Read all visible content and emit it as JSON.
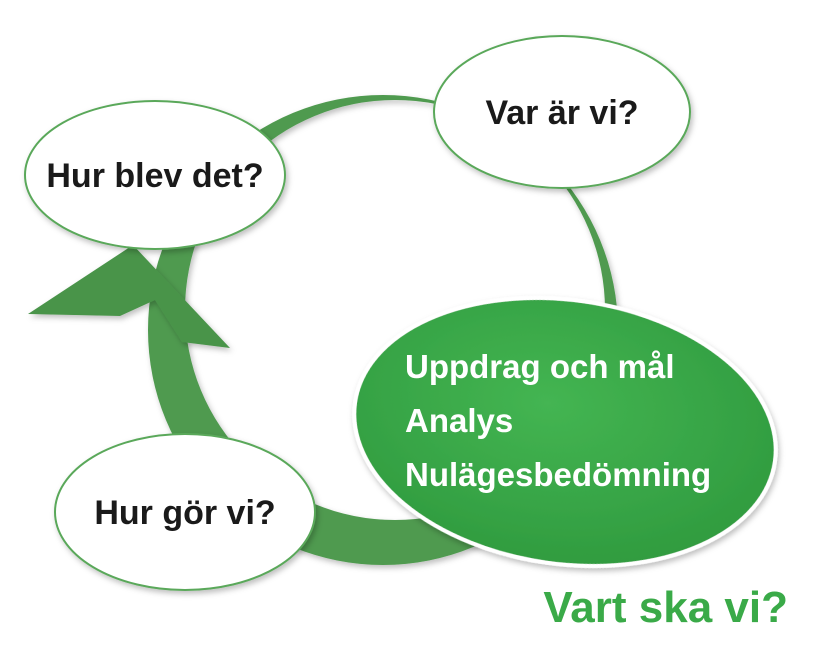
{
  "diagram": {
    "nodes": {
      "how_did_it_go": "Hur blev det?",
      "where_are_we": "Var är vi?",
      "how_do_we": "Hur gör vi?"
    },
    "focus_node": {
      "lines": [
        "Uppdrag och mål",
        "Analys",
        "Nulägesbedömning"
      ]
    },
    "caption": "Vart ska vi?"
  },
  "colors": {
    "ring": "#4f9a4f",
    "ring_dark": "#3f8a3f",
    "focus_fill": "#3aaa48",
    "caption": "#3aaa48",
    "ellipse_border": "#5aa85a"
  }
}
